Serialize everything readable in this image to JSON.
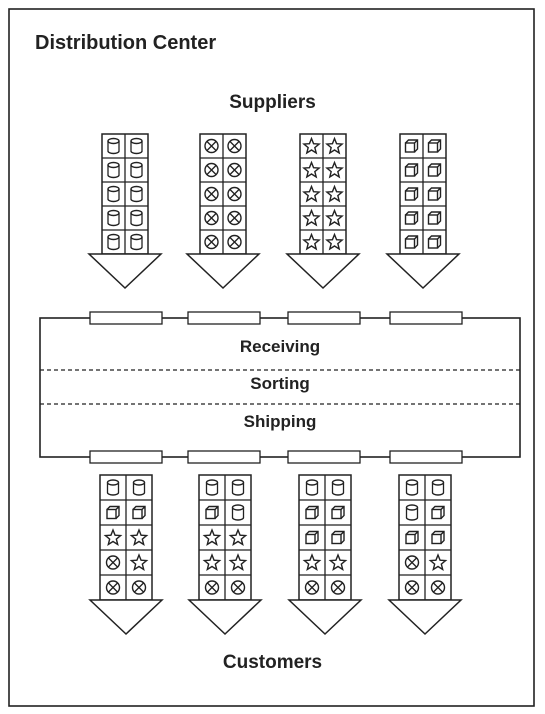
{
  "title": "Distribution Center",
  "suppliers_label": "Suppliers",
  "customers_label": "Customers",
  "stages": {
    "receiving": "Receiving",
    "sorting": "Sorting",
    "shipping": "Shipping"
  },
  "symbol_names": {
    "c": "cylinder-icon",
    "x": "circle-x-icon",
    "s": "star-icon",
    "b": "box-icon"
  },
  "suppliers": [
    [
      "cc",
      "cc",
      "cc",
      "cc",
      "cc"
    ],
    [
      "xx",
      "xx",
      "xx",
      "xx",
      "xx"
    ],
    [
      "ss",
      "ss",
      "ss",
      "ss",
      "ss"
    ],
    [
      "bb",
      "bb",
      "bb",
      "bb",
      "bb"
    ]
  ],
  "customers": [
    [
      "cc",
      "bb",
      "ss",
      "xs",
      "xx"
    ],
    [
      "cc",
      "bc",
      "ss",
      "ss",
      "xx"
    ],
    [
      "cc",
      "bb",
      "bb",
      "ss",
      "xx"
    ],
    [
      "cc",
      "cb",
      "bb",
      "xs",
      "xx"
    ]
  ],
  "colors": {
    "line": "#222222",
    "background": "#ffffff"
  }
}
